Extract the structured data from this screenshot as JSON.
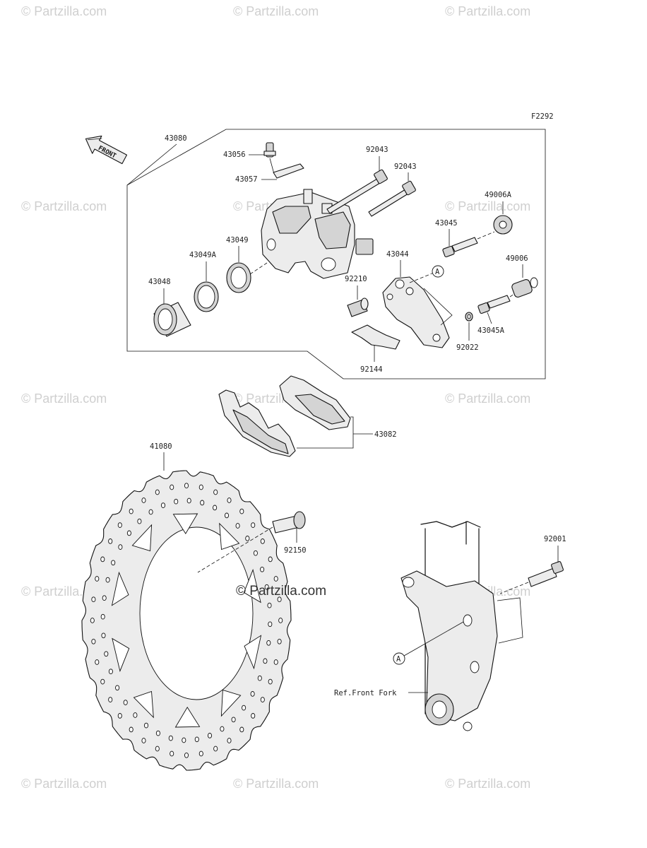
{
  "diagram": {
    "figure_code": "F2292",
    "front_label": "FRONT",
    "center_watermark": "© Partzilla.com",
    "watermark_text": "© Partzilla.com",
    "callout_marker": "A",
    "ref_label": "Ref.Front Fork",
    "part_labels": {
      "p43080": "43080",
      "p43056": "43056",
      "p43057": "43057",
      "p92043a": "92043",
      "p92043b": "92043",
      "p49006A": "49006A",
      "p43045": "43045",
      "p43049": "43049",
      "p43049A": "43049A",
      "p43044": "43044",
      "p49006": "49006",
      "p43048": "43048",
      "p92210": "92210",
      "p43045A": "43045A",
      "p92022": "92022",
      "p92144": "92144",
      "p43082": "43082",
      "p41080": "41080",
      "p92150": "92150",
      "p92001": "92001"
    }
  }
}
